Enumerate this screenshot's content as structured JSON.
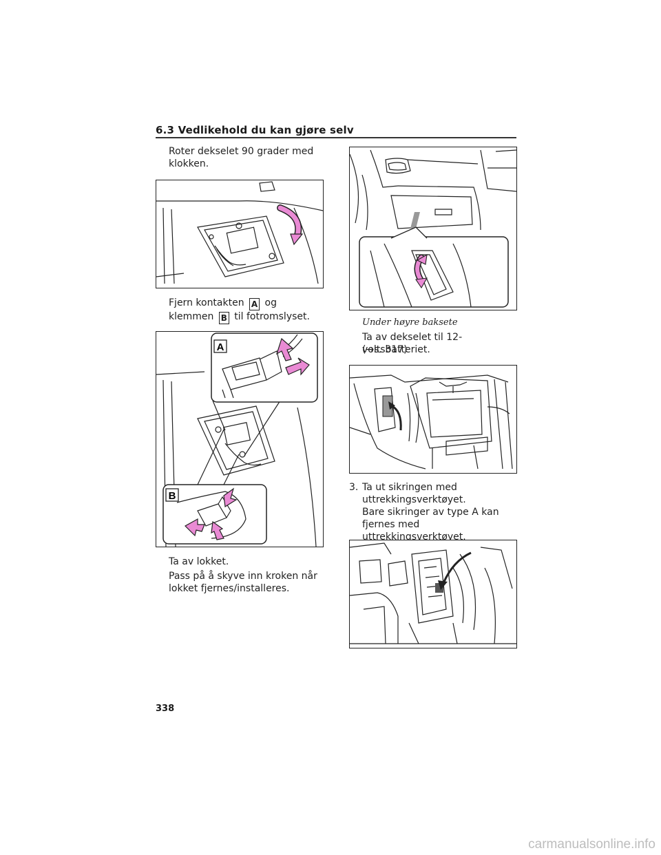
{
  "header": {
    "section": "6.3 Vedlikehold du kan gjøre selv"
  },
  "left": {
    "step_rotate": "Roter dekselet 90 grader med klokken.",
    "remove_prefix": "Fjern kontakten",
    "label_a": "A",
    "remove_middle": "og klemmen",
    "label_b": "B",
    "remove_suffix": "til fotromslyset.",
    "fig2_label_a": "A",
    "fig2_label_b": "B",
    "take_lid": "Ta av lokket.",
    "hook_note": "Pass på å skyve inn kroken når lokket fjernes/installeres."
  },
  "right": {
    "caption": "Under høyre baksete",
    "battery_cover_line1": "Ta av dekselet til 12-voltsbatteriet.",
    "battery_cover_line2": "(→s. 317)",
    "step3_num": "3.",
    "step3_text": "Ta ut sikringen med uttrekkingsverktøyet.",
    "fuse_note": "Bare sikringer av type A kan fjernes med uttrekkingsverktøyet."
  },
  "footer": {
    "page_number": "338",
    "watermark": "carmanualsonline.info"
  },
  "colors": {
    "arrow_pink": "#e98ad4",
    "line": "#222222"
  }
}
